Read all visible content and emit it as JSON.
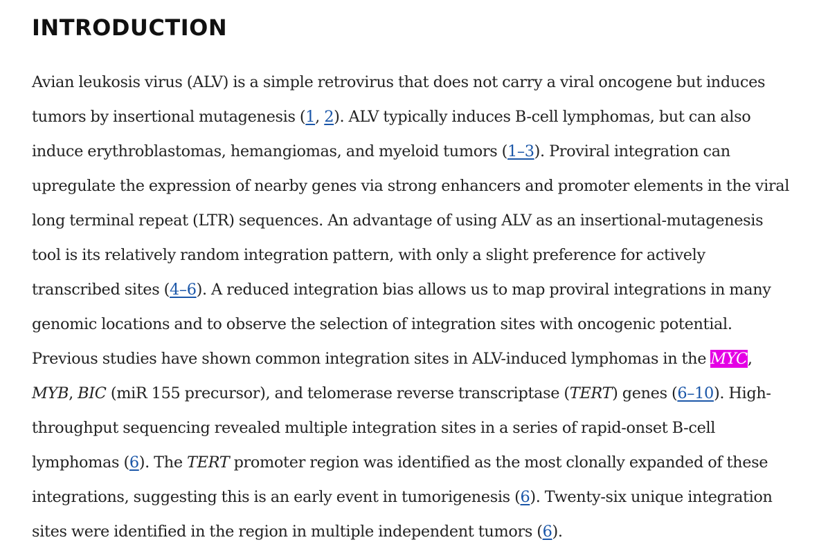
{
  "section": {
    "heading": "INTRODUCTION"
  },
  "refs": {
    "r1": "1",
    "r2": "2",
    "r1_3": "1–3",
    "r4_6": "4–6",
    "r6_10": "6–10",
    "r6a": "6",
    "r6b": "6",
    "r6c": "6"
  },
  "genes": {
    "myc": "MYC",
    "myb": "MYB",
    "bic": "BIC",
    "tert_a": "TERT",
    "tert_b": "TERT"
  },
  "text": {
    "l1": "Avian leukosis virus (ALV) is a simple retrovirus that does not carry a viral oncogene but induces",
    "l2a": "tumors by insertional mutagenesis (",
    "l2b": ", ",
    "l2c": "). ALV typically induces B-cell lymphomas, but can also",
    "l3a": "induce erythroblastomas, hemangiomas, and myeloid tumors (",
    "l3b": "). Proviral integration can",
    "l4": "upregulate the expression of nearby genes via strong enhancers and promoter elements in the viral",
    "l5": "long terminal repeat (LTR) sequences. An advantage of using ALV as an insertional-mutagenesis",
    "l6": "tool is its relatively random integration pattern, with only a slight preference for actively",
    "l7a": "transcribed sites (",
    "l7b": "). A reduced integration bias allows us to map proviral integrations in many",
    "l8": "genomic locations and to observe the selection of integration sites with oncogenic potential.",
    "l9a": "Previous studies have shown common integration sites in ALV-induced lymphomas in the ",
    "l9b": ",",
    "l10a": ", ",
    "l10b": " (miR 155 precursor), and telomerase reverse transcriptase (",
    "l10c": ") genes (",
    "l10d": "). High-",
    "l11": "throughput sequencing revealed multiple integration sites in a series of rapid-onset B-cell",
    "l12a": "lymphomas (",
    "l12b": "). The ",
    "l12c": " promoter region was identified as the most clonally expanded of these",
    "l13a": "integrations, suggesting this is an early event in tumorigenesis (",
    "l13b": "). Twenty-six unique integration",
    "l14a": "sites were identified in the region in multiple independent tumors (",
    "l14b": ")."
  },
  "colors": {
    "link": "#1a56a8",
    "highlight_bg": "#e400e4",
    "highlight_fg": "#ffffff",
    "body_text": "#222222",
    "heading_text": "#111111"
  }
}
